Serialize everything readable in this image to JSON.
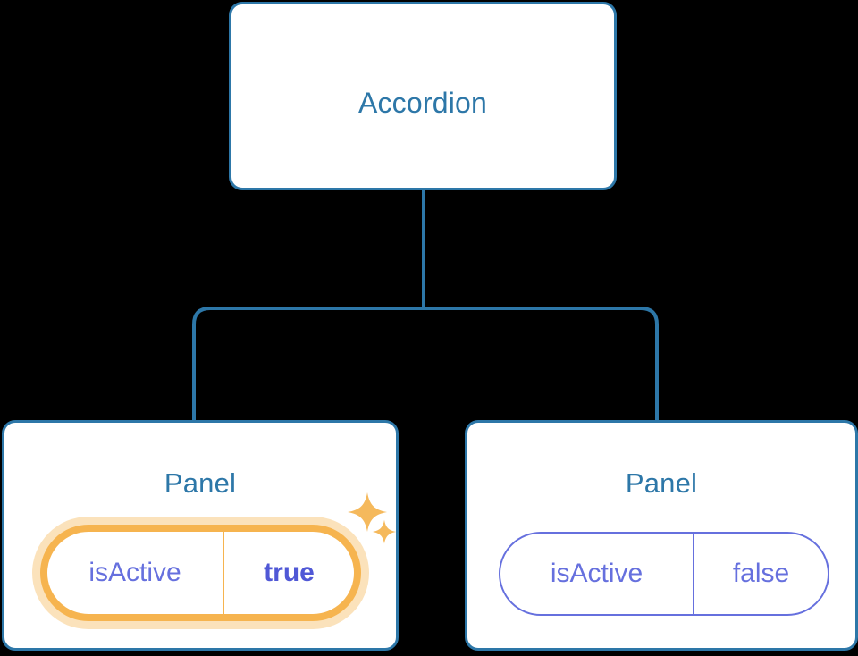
{
  "diagram": {
    "type": "component-tree",
    "background_color": "#000000",
    "node_fill": "#FFFFFF",
    "node_border_color": "#2D77A8",
    "connector_color": "#2D77A8",
    "title_color": "#2D77A8",
    "prop_key_color": "#6670DE",
    "prop_value_color": "#6670DE",
    "highlight_ring_color": "#F6B44F",
    "highlight_glow_color": "#FBE2BB",
    "highlight_value_color": "#5058D6",
    "sparkle_color": "#F5B95C"
  },
  "root": {
    "title": "Accordion"
  },
  "children": [
    {
      "title": "Panel",
      "highlighted": true,
      "prop": {
        "key": "isActive",
        "value": "true"
      },
      "sparkles": [
        {
          "name": "sparkle-large-icon",
          "size": 44
        },
        {
          "name": "sparkle-small-icon",
          "size": 26
        }
      ]
    },
    {
      "title": "Panel",
      "highlighted": false,
      "prop": {
        "key": "isActive",
        "value": "false"
      }
    }
  ],
  "edges": [
    {
      "from": "Accordion",
      "to": "Panel (isActive true)"
    },
    {
      "from": "Accordion",
      "to": "Panel (isActive false)"
    }
  ]
}
